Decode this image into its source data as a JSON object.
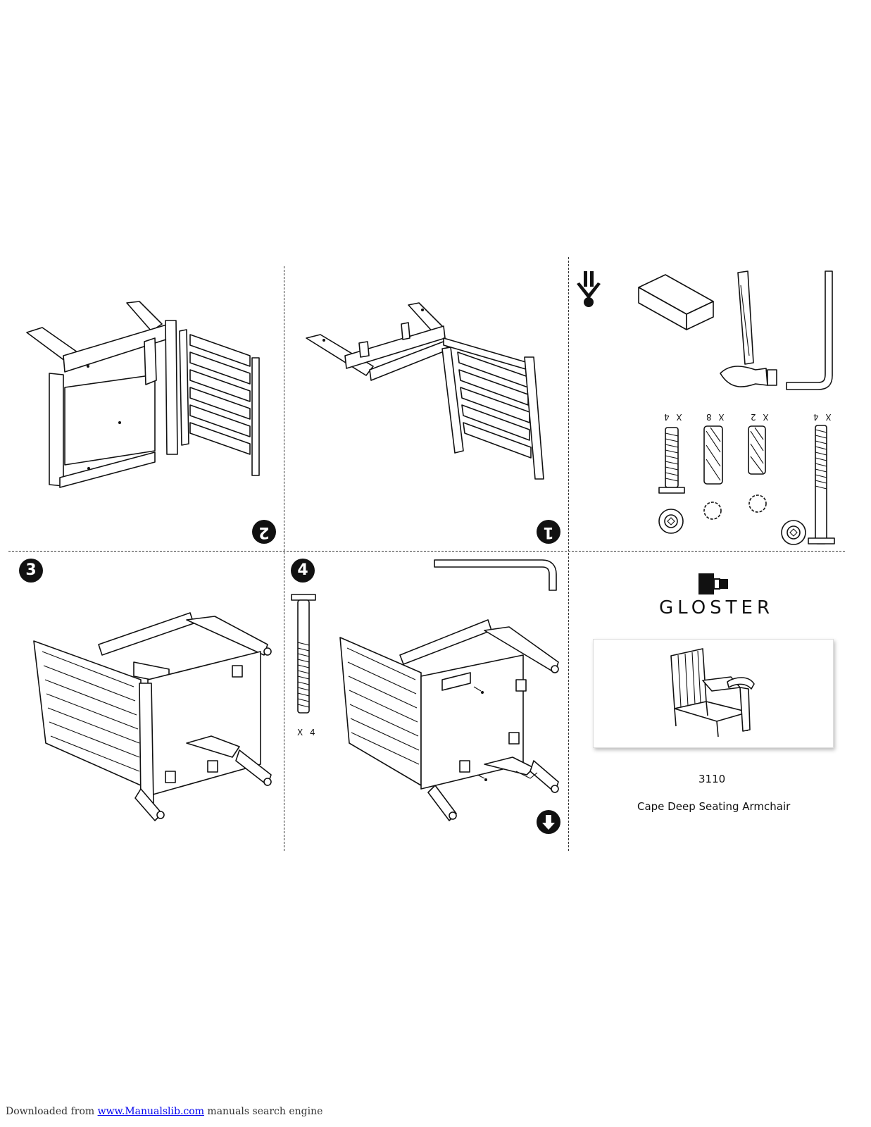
{
  "steps": {
    "step1": "1",
    "step2": "2",
    "step3": "3",
    "step4": "4"
  },
  "hardware": {
    "qty_a": "X 4",
    "qty_b": "X 8",
    "qty_c": "X 2",
    "qty_d": "X 4",
    "step4_bolt_qty": "X 4"
  },
  "icons": {
    "two_person": "two-person-assembly-icon",
    "turn_over": "arrow-down-icon",
    "wood_block": "wood-block-icon",
    "hammer": "hammer-icon",
    "allen_key": "allen-key-icon"
  },
  "brand": {
    "name": "GLOSTER",
    "model_number": "3110",
    "product_name": "Cape Deep Seating Armchair"
  },
  "footer": {
    "prefix": "Downloaded from ",
    "link_text": "www.Manualslib.com",
    "suffix": " manuals search engine"
  }
}
